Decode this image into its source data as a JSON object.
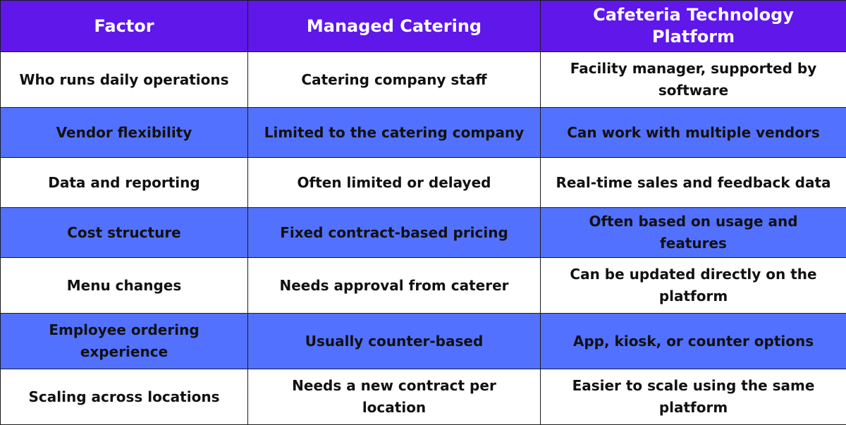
{
  "colors": {
    "header_bg": "#5f17ea",
    "header_text": "#ffffff",
    "row_blue": "#5371ff",
    "row_white": "#ffffff",
    "border": "#1a1a1a"
  },
  "table": {
    "headers": [
      "Factor",
      "Managed Catering",
      "Cafeteria Technology Platform"
    ],
    "rows": [
      [
        "Who runs daily operations",
        "Catering company staff",
        "Facility manager, supported by software"
      ],
      [
        "Vendor flexibility",
        "Limited to the catering company",
        "Can work with multiple vendors"
      ],
      [
        "Data and reporting",
        "Often limited or delayed",
        "Real-time sales and feedback data"
      ],
      [
        "Cost structure",
        "Fixed contract-based pricing",
        "Often based on usage and features"
      ],
      [
        "Menu changes",
        "Needs approval from caterer",
        "Can be updated directly on the platform"
      ],
      [
        "Employee ordering experience",
        "Usually counter-based",
        "App, kiosk, or counter options"
      ],
      [
        "Scaling across locations",
        "Needs a new contract per location",
        "Easier to scale using the same platform"
      ]
    ]
  }
}
